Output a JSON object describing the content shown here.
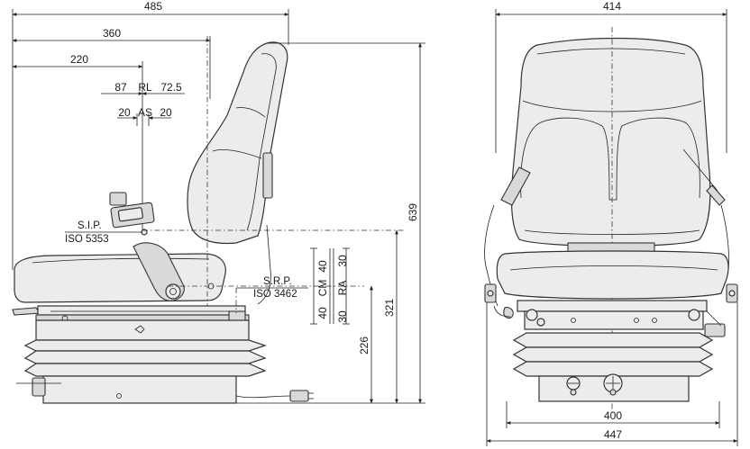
{
  "side_view": {
    "dims": {
      "overall_depth": "485",
      "backrest_depth": "360",
      "sip_depth": "220",
      "rl_left": "87",
      "rl_label": "RL",
      "rl_right": "72.5",
      "as_left": "20",
      "as_label": "AS",
      "as_right": "20",
      "overall_height": "639",
      "sip_height": "321",
      "base_height": "226",
      "cm_label": "CM",
      "cm_up": "40",
      "cm_down": "40",
      "ra_label": "RA",
      "ra_up": "30",
      "ra_down": "30"
    },
    "labels": {
      "sip_title": "S.I.P.",
      "sip_standard": "ISO 5353",
      "srp_title": "S.R.P.",
      "srp_standard": "ISO 3462"
    }
  },
  "front_view": {
    "dims": {
      "top_width": "414",
      "base_width": "400",
      "overall_width": "447"
    }
  }
}
